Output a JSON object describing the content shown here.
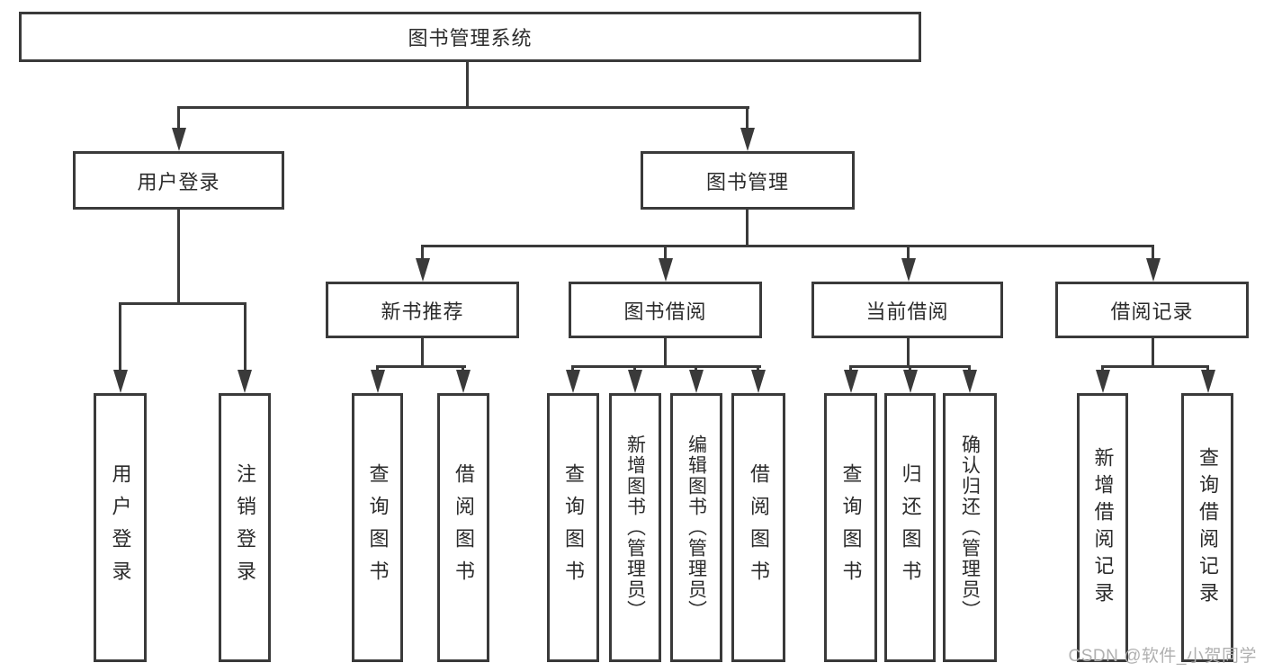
{
  "tree": {
    "label": "图书管理系统",
    "children": [
      {
        "label": "用户登录",
        "children": [
          {
            "label": "用户登录"
          },
          {
            "label": "注销登录"
          }
        ]
      },
      {
        "label": "图书管理",
        "children": [
          {
            "label": "新书推荐",
            "children": [
              {
                "label": "查询图书"
              },
              {
                "label": "借阅图书"
              }
            ]
          },
          {
            "label": "图书借阅",
            "children": [
              {
                "label": "查询图书"
              },
              {
                "label": "新增图书（管理员）"
              },
              {
                "label": "编辑图书（管理员）"
              },
              {
                "label": "借阅图书"
              }
            ]
          },
          {
            "label": "当前借阅",
            "children": [
              {
                "label": "查询图书"
              },
              {
                "label": "归还图书"
              },
              {
                "label": "确认归还（管理员）"
              }
            ]
          },
          {
            "label": "借阅记录",
            "children": [
              {
                "label": "新增借阅记录"
              },
              {
                "label": "查询借阅记录"
              }
            ]
          }
        ]
      }
    ]
  },
  "watermark": {
    "text": "CSDN @软件_小贺同学"
  },
  "colors": {
    "line": "#3a3a3a",
    "box_border": "#3a3a3a",
    "text": "#2b2b2b",
    "watermark": "#b0b0b0",
    "background": "#ffffff"
  }
}
